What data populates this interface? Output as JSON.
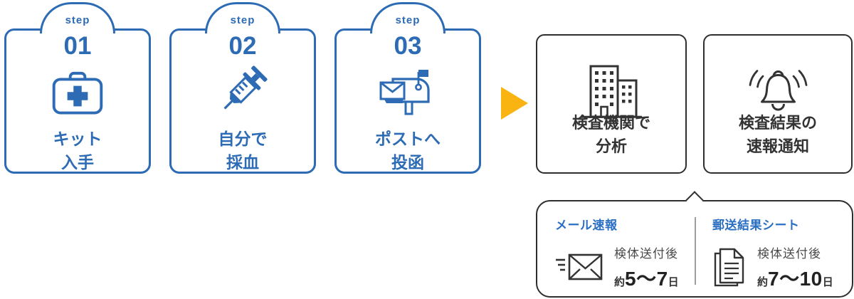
{
  "colors": {
    "step_blue": "#2d6bb4",
    "arrow_yellow": "#f9b412",
    "dark_border": "#2e2e2e",
    "dark_text": "#333333",
    "callout_label_blue": "#2a6fc2",
    "note_gray": "#4a4a4a"
  },
  "steps": [
    {
      "tag": "step",
      "number": "01",
      "icon": "first-aid-kit-icon",
      "label_line1": "キット",
      "label_line2": "入手"
    },
    {
      "tag": "step",
      "number": "02",
      "icon": "syringe-icon",
      "label_line1": "自分で",
      "label_line2": "採血"
    },
    {
      "tag": "step",
      "number": "03",
      "icon": "mailbox-icon",
      "label_line1": "ポストへ",
      "label_line2": "投函"
    }
  ],
  "result_boxes": [
    {
      "icon": "building-icon",
      "label_line1": "検査機関で",
      "label_line2": "分析"
    },
    {
      "icon": "bell-icon",
      "label_line1": "検査結果の",
      "label_line2": "速報通知"
    }
  ],
  "callout": {
    "items": [
      {
        "title": "メール速報",
        "icon": "speed-mail-icon",
        "note": "検体送付後",
        "prefix": "約",
        "duration": "5〜7",
        "suffix": "日"
      },
      {
        "title": "郵送結果シート",
        "icon": "documents-icon",
        "note": "検体送付後",
        "prefix": "約",
        "duration": "7〜10",
        "suffix": "日"
      }
    ]
  }
}
